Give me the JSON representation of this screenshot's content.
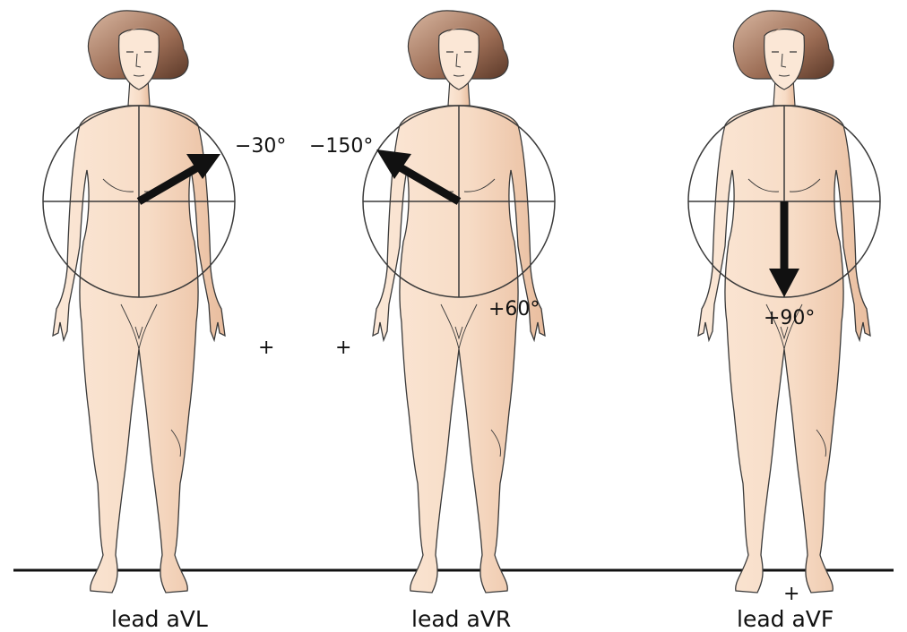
{
  "figures": [
    {
      "id": "aVL",
      "caption": "lead aVL",
      "angle_label": "−30°",
      "plus_sign": "+",
      "vector_angle_deg": -30
    },
    {
      "id": "aVR",
      "caption": "lead aVR",
      "angle_label": "−150°",
      "plus_sign": "+",
      "secondary_angle_label": "+60°",
      "vector_angle_deg": -150
    },
    {
      "id": "aVF",
      "caption": "lead aVF",
      "angle_label": "+90°",
      "plus_sign": "+",
      "vector_angle_deg": 90
    }
  ],
  "colors": {
    "skin_light": "#fbe7d6",
    "skin_shade": "#efc6a8",
    "hair_light": "#c9a18a",
    "hair_dark": "#6b4634",
    "line": "#3a3a3a",
    "arrow": "#111111"
  }
}
